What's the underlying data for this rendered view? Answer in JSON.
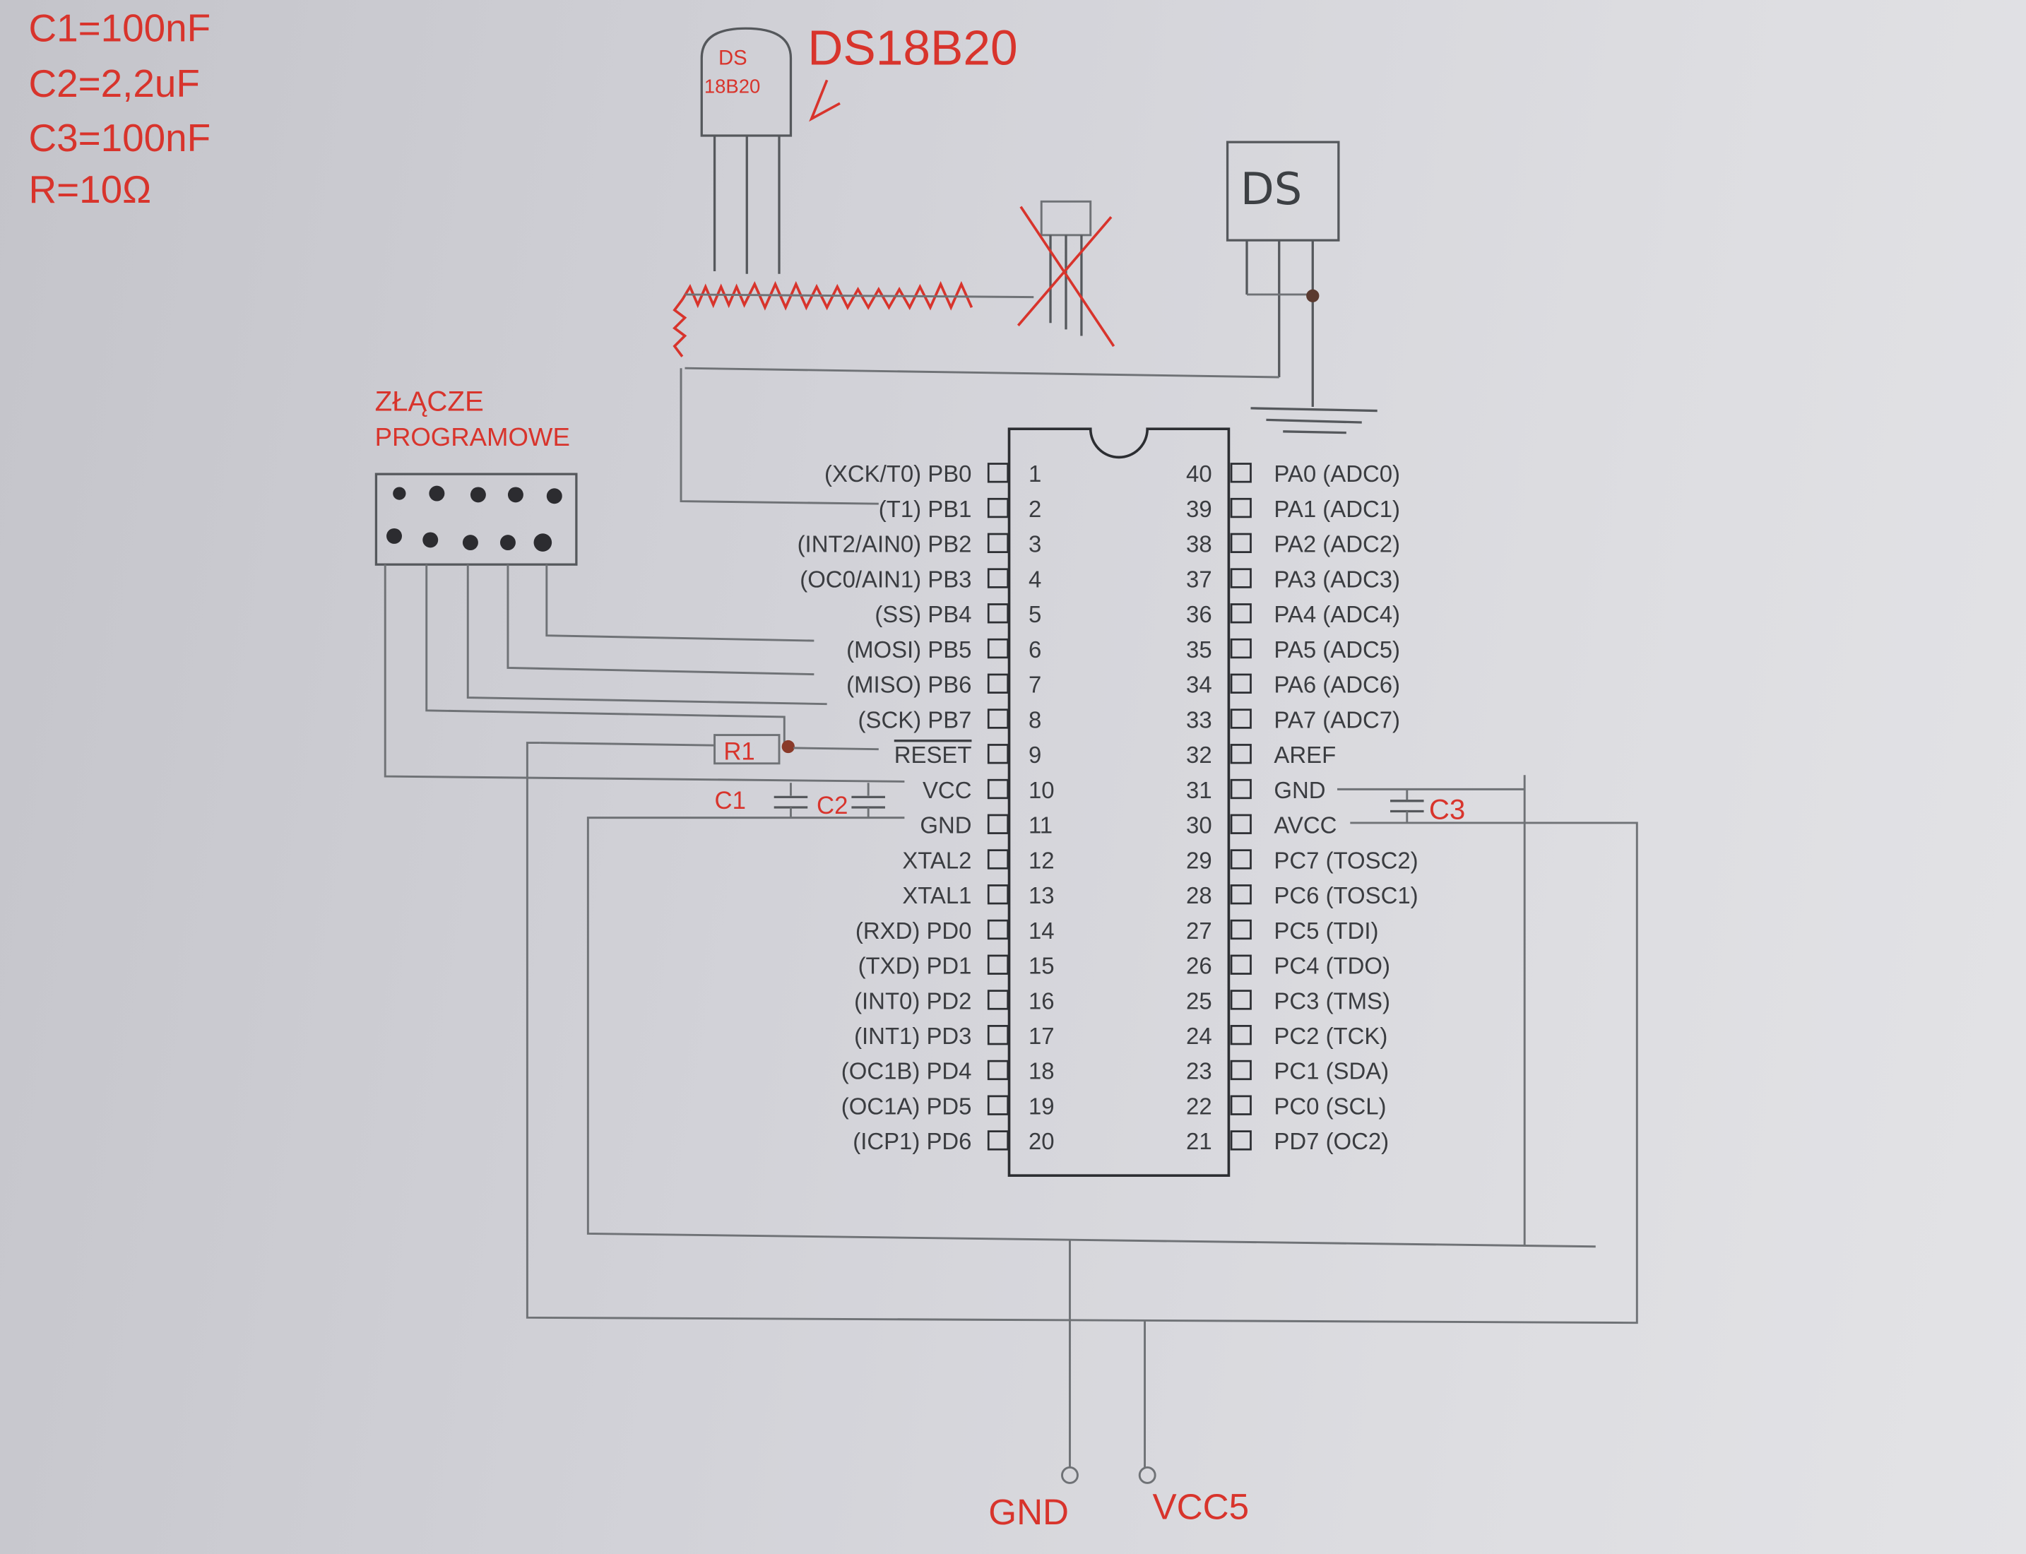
{
  "notes": {
    "c1": "C1=100nF",
    "c2": "C2=2,2uF",
    "c3": "C3=100nF",
    "r": "R=10Ω"
  },
  "sensor": {
    "title": "DS18B20",
    "body_line1": "DS",
    "body_line2": "18B20",
    "second_body": "DS"
  },
  "connector": {
    "line1": "ZŁĄCZE",
    "line2": "PROGRAMOWE"
  },
  "components": {
    "r1": "R1",
    "c1": "C1",
    "c2": "C2",
    "c3": "C3"
  },
  "outputs": {
    "gnd": "GND",
    "vcc": "VCC5"
  },
  "chip": {
    "left_pins": [
      {
        "num": "1",
        "label": "(XCK/T0) PB0"
      },
      {
        "num": "2",
        "label": "(T1) PB1"
      },
      {
        "num": "3",
        "label": "(INT2/AIN0) PB2"
      },
      {
        "num": "4",
        "label": "(OC0/AIN1) PB3"
      },
      {
        "num": "5",
        "label": "(SS) PB4"
      },
      {
        "num": "6",
        "label": "(MOSI) PB5"
      },
      {
        "num": "7",
        "label": "(MISO) PB6"
      },
      {
        "num": "8",
        "label": "(SCK) PB7"
      },
      {
        "num": "9",
        "label": "RESET",
        "overline": true
      },
      {
        "num": "10",
        "label": "VCC"
      },
      {
        "num": "11",
        "label": "GND"
      },
      {
        "num": "12",
        "label": "XTAL2"
      },
      {
        "num": "13",
        "label": "XTAL1"
      },
      {
        "num": "14",
        "label": "(RXD) PD0"
      },
      {
        "num": "15",
        "label": "(TXD) PD1"
      },
      {
        "num": "16",
        "label": "(INT0) PD2"
      },
      {
        "num": "17",
        "label": "(INT1) PD3"
      },
      {
        "num": "18",
        "label": "(OC1B) PD4"
      },
      {
        "num": "19",
        "label": "(OC1A) PD5"
      },
      {
        "num": "20",
        "label": "(ICP1) PD6"
      }
    ],
    "right_pins": [
      {
        "num": "40",
        "label": "PA0 (ADC0)"
      },
      {
        "num": "39",
        "label": "PA1 (ADC1)"
      },
      {
        "num": "38",
        "label": "PA2 (ADC2)"
      },
      {
        "num": "37",
        "label": "PA3 (ADC3)"
      },
      {
        "num": "36",
        "label": "PA4 (ADC4)"
      },
      {
        "num": "35",
        "label": "PA5 (ADC5)"
      },
      {
        "num": "34",
        "label": "PA6 (ADC6)"
      },
      {
        "num": "33",
        "label": "PA7 (ADC7)"
      },
      {
        "num": "32",
        "label": "AREF"
      },
      {
        "num": "31",
        "label": "GND"
      },
      {
        "num": "30",
        "label": "AVCC"
      },
      {
        "num": "29",
        "label": "PC7 (TOSC2)"
      },
      {
        "num": "28",
        "label": "PC6 (TOSC1)"
      },
      {
        "num": "27",
        "label": "PC5 (TDI)"
      },
      {
        "num": "26",
        "label": "PC4 (TDO)"
      },
      {
        "num": "25",
        "label": "PC3 (TMS)"
      },
      {
        "num": "24",
        "label": "PC2 (TCK)"
      },
      {
        "num": "23",
        "label": "PC1 (SDA)"
      },
      {
        "num": "22",
        "label": "PC0 (SCL)"
      },
      {
        "num": "21",
        "label": "PD7 (OC2)"
      }
    ]
  },
  "colors": {
    "ink_red": "#d8342c",
    "pencil": "#6f7276",
    "paper": "#d3d3d8"
  }
}
